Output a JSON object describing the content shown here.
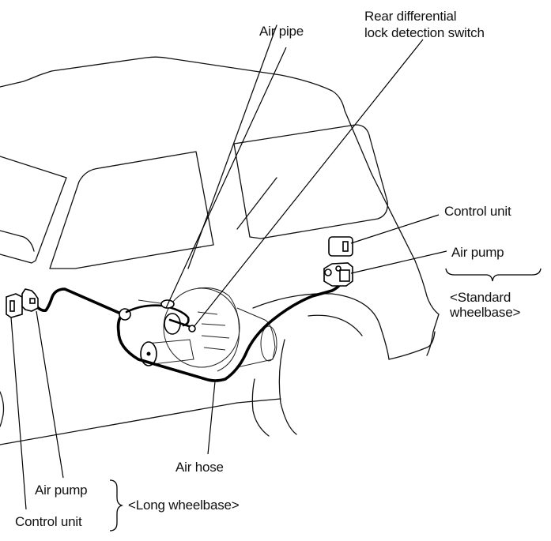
{
  "title": "Rear differential lock system component layout",
  "labels": {
    "air_pipe": "Air pipe",
    "rear_diff_switch_line1": "Rear differential",
    "rear_diff_switch_line2": "lock detection switch",
    "control_unit_std": "Control unit",
    "air_pump_std": "Air pump",
    "standard_wheelbase_line1": "<Standard",
    "standard_wheelbase_line2": "wheelbase>",
    "air_hose": "Air hose",
    "air_pump_long": "Air pump",
    "control_unit_long": "Control unit",
    "long_wheelbase": "<Long wheelbase>"
  },
  "groups": {
    "standard_wheelbase": [
      "Control unit",
      "Air pump"
    ],
    "long_wheelbase": [
      "Air pump",
      "Control unit"
    ]
  },
  "colors": {
    "line": "#000000",
    "background": "#ffffff"
  }
}
